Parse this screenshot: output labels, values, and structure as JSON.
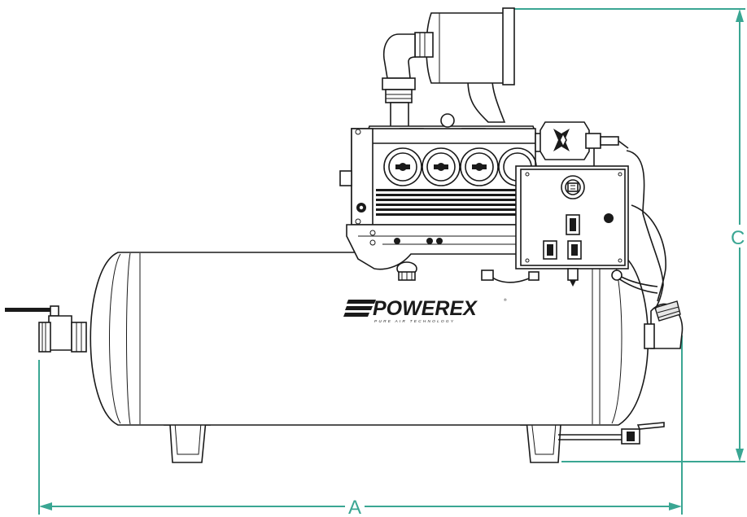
{
  "diagram": {
    "brand": {
      "name": "POWEREX",
      "tagline": "PURE AIR TECHNOLOGY",
      "trademark": "®"
    },
    "dimensions": {
      "width_label": "A",
      "height_label": "C"
    },
    "colors": {
      "dimension": "#3aa693",
      "outline": "#1a1a1a",
      "fill": "#ffffff"
    },
    "parts": [
      "air-tank",
      "intake-filter",
      "compressor-pump",
      "control-panel",
      "drain-valve",
      "inlet-ball-valve",
      "tank-feet",
      "outlet-elbow"
    ]
  }
}
